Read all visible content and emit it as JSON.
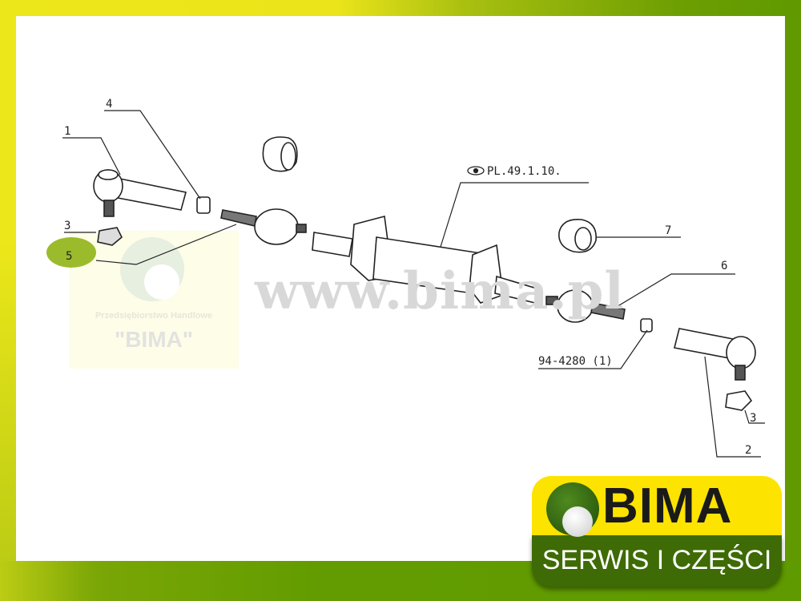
{
  "diagram": {
    "labels": {
      "l1": "1",
      "l4": "4",
      "l3a": "3",
      "l5": "5",
      "ref": "PL.49.1.10.",
      "l7": "7",
      "l6": "6",
      "part_no": "94-4280 (1)",
      "l3b": "3",
      "l2": "2"
    }
  },
  "watermark": {
    "url": "www.bima.pl",
    "company_small": "Przedsiębiorstwo Handlowe",
    "company_big": "\"BIMA\""
  },
  "logo": {
    "name": "BIMA",
    "tagline": "SERWIS I CZĘŚCI"
  },
  "colors": {
    "yellow": "#ece71a",
    "green": "#5f9a00",
    "logo_yellow": "#fde300",
    "logo_green": "#3e6b05"
  }
}
